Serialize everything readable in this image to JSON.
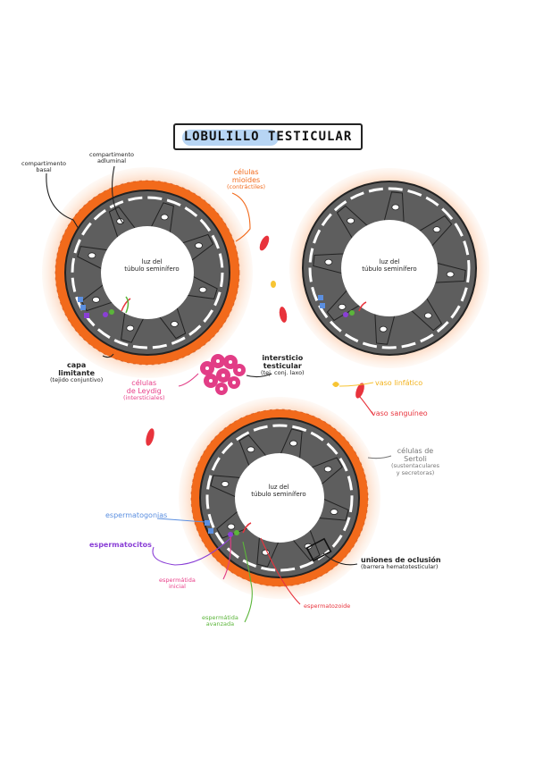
{
  "title": "LOBULILLO TESTICULAR",
  "lumen_label_line1": "luz del",
  "lumen_label_line2": "túbulo seminífero",
  "labels": {
    "compartimento_basal_1": "compartimento",
    "compartimento_basal_2": "basal",
    "compartimento_adluminal_1": "compartimento",
    "compartimento_adluminal_2": "adluminal",
    "celulas_mioides_1": "células",
    "celulas_mioides_2": "mioides",
    "celulas_mioides_3": "(contráctiles)",
    "capa_limitante_1": "capa",
    "capa_limitante_2": "limitante",
    "capa_limitante_3": "(tejido conjuntivo)",
    "celulas_leydig_1": "células",
    "celulas_leydig_2": "de Leydig",
    "celulas_leydig_3": "(intersticiales)",
    "intersticio_1": "intersticio",
    "intersticio_2": "testicular",
    "intersticio_3": "(tej. conj. laxo)",
    "vaso_linfatico": "vaso linfático",
    "vaso_sanguineo": "vaso sanguíneo",
    "sertoli_1": "células de",
    "sertoli_2": "Sertoli",
    "sertoli_3": "(sustentaculares",
    "sertoli_4": "y secretoras)",
    "espermatogonias": "espermatogonias",
    "espermatocitos": "espermatocitos",
    "espermatida_inicial_1": "espermátida",
    "espermatida_inicial_2": "inicial",
    "espermatida_avanzada_1": "espermátida",
    "espermatida_avanzada_2": "avanzada",
    "espermatozoide": "espermatozoide",
    "uniones_1": "uniones de oclusión",
    "uniones_2": "(barrera hematotesticular)"
  },
  "colors": {
    "title_highlight": "#b7d5f4",
    "sertoli_grey": "#5e5e5e",
    "myoid_orange": "#f26a1b",
    "halo_orange": "#fbc09a",
    "leydig_pink": "#e23d86",
    "vessel_red": "#e8333c",
    "lymph_yellow": "#f7c433",
    "spermatogonia_blue": "#5b8fe0",
    "spermatocyte_purple": "#8a3fd6",
    "spermatid_green": "#5bb53a"
  }
}
